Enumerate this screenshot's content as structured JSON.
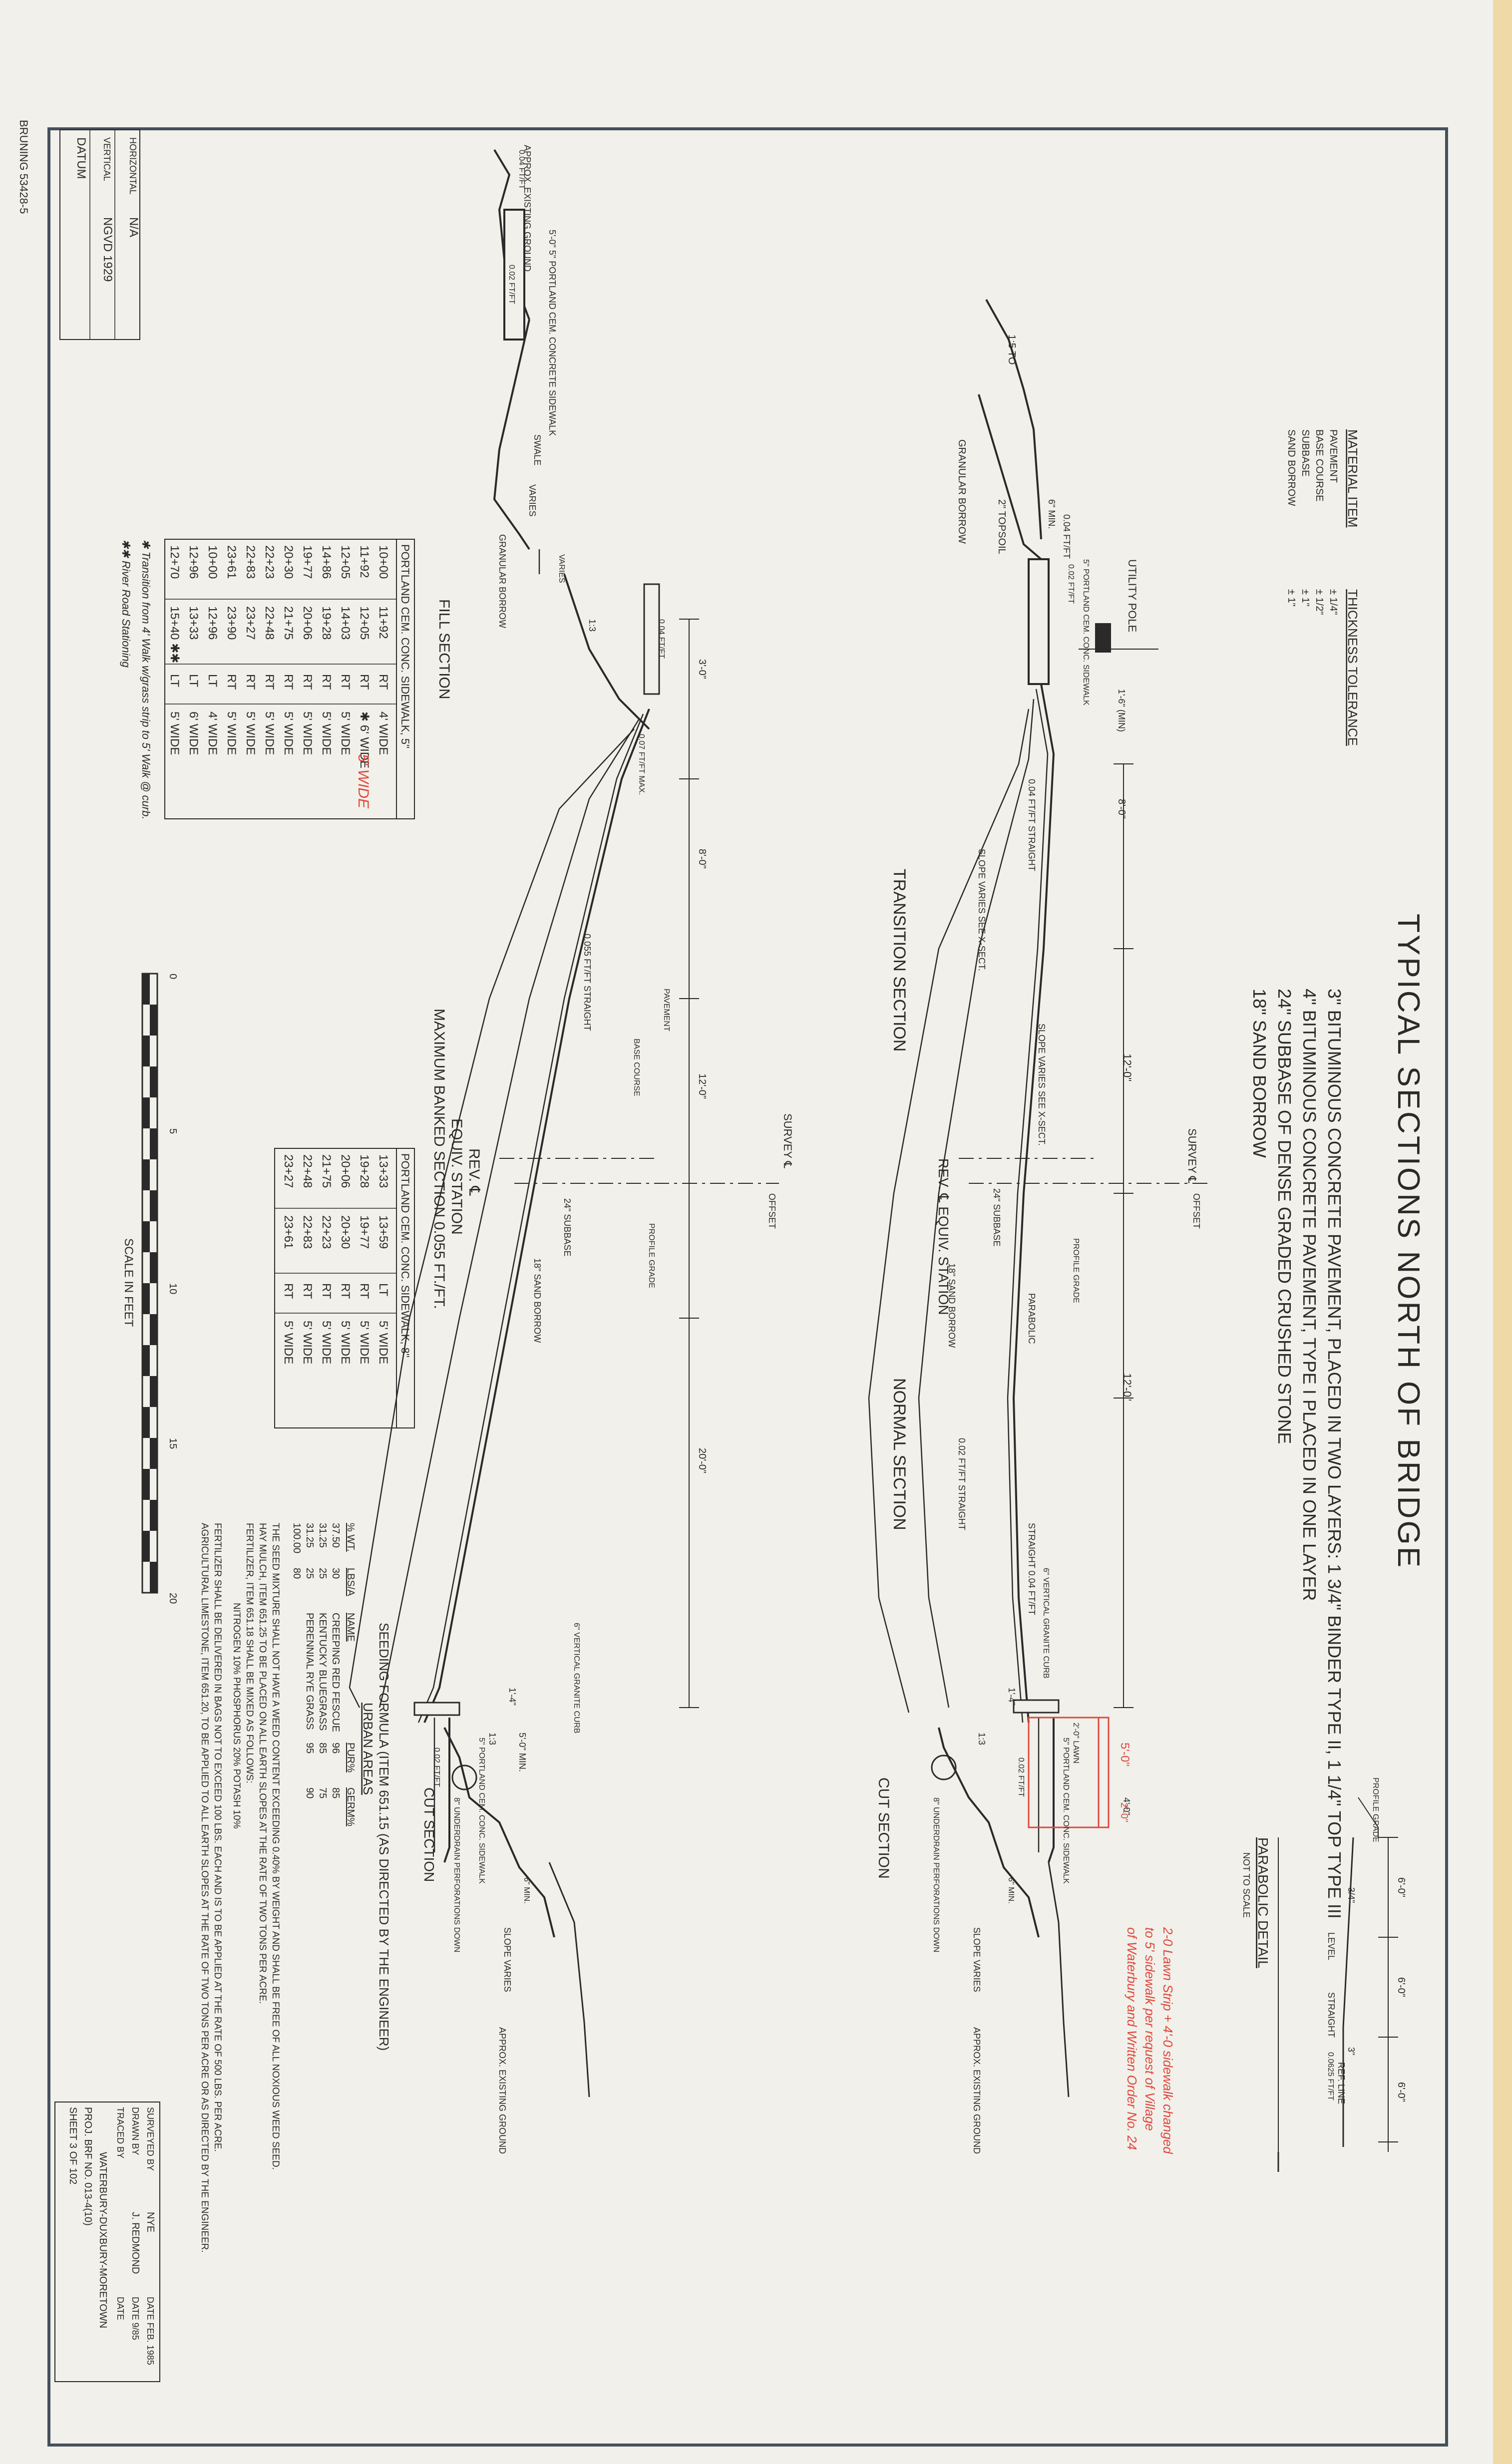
{
  "sheet": {
    "stamp": "BRUNING 53428-5",
    "title": "TYPICAL SECTIONS NORTH OF BRIDGE"
  },
  "pavement_notes": [
    "3\" BITUMINOUS CONCRETE PAVEMENT, PLACED IN TWO LAYERS: 1 3/4\" BINDER TYPE II, 1 1/4\" TOP TYPE III",
    "4\" BITUMINOUS CONCRETE PAVEMENT, TYPE I  PLACED IN ONE LAYER",
    "24\" SUBBASE OF DENSE GRADED CRUSHED STONE",
    "18\" SAND BORROW"
  ],
  "tolerance_table": {
    "headers": [
      "MATERIAL ITEM",
      "THICKNESS TOLERANCE"
    ],
    "rows": [
      [
        "PAVEMENT",
        "± 1/4\""
      ],
      [
        "BASE COURSE",
        "± 1/2\""
      ],
      [
        "SUBBASE",
        "± 1\""
      ],
      [
        "SAND BORROW",
        "± 1\""
      ]
    ]
  },
  "datum": {
    "label": "DATUM",
    "rows": [
      [
        "VERTICAL",
        "NGVD 1929"
      ],
      [
        "HORIZONTAL",
        "N/A"
      ]
    ]
  },
  "parabolic_detail": {
    "title": "PARABOLIC DETAIL",
    "subtitle": "NOT TO SCALE",
    "labels": [
      "6'-0\"",
      "6'-0\"",
      "6'-0\"",
      "3/4\"",
      "3\"",
      "LEVEL",
      "STRAIGHT",
      "REF. LINE",
      "0.0625 FT/FT",
      "PROFILE GRADE"
    ]
  },
  "normal_section": {
    "title": "NORMAL SECTION",
    "sub": "CUT SECTION",
    "labels": [
      "SURVEY ℄",
      "OFFSET",
      "REV. ℄ EQUIV. STATION",
      "PROFILE GRADE",
      "12'-0\"",
      "12'-0\"",
      "24\" SUBBASE",
      "18\" SAND BORROW",
      "PARABOLIC",
      "0.02 FT/FT STRAIGHT",
      "STRAIGHT 0.04 FT/FT",
      "6\" VERTICAL GRANITE CURB",
      "2'-0\" LAWN",
      "4'-0\"",
      "5\" PORTLAND CEM. CONC. SIDEWALK",
      "0.02 FT/FT",
      "1'-4\"",
      "1:3",
      "8\" UNDERDRAIN PERFORATIONS DOWN",
      "6\" MIN.",
      "SLOPE VARIES",
      "APPROX. EXISTING GROUND"
    ]
  },
  "transition_section": {
    "title": "TRANSITION SECTION",
    "labels": [
      "2\" TOPSOIL",
      "1:5 TO",
      "GRANULAR BORROW",
      "6\" MIN.",
      "0.04 FT/FT",
      "UTILITY POLE",
      "5\" PORTLAND CEM. CONC. SIDEWALK",
      "0.02 FT/FT",
      "1'-6\" (MIN)",
      "8'-0\"",
      "0.04 FT/FT STRAIGHT",
      "SLOPE VARIES SEE X-SECT.",
      "SLOPE VARIES SEE X-SECT."
    ]
  },
  "fill_section": {
    "title": "FILL SECTION",
    "labels": [
      "APPROX. EXISTING GROUND",
      "5'-0\" 5\" PORTLAND CEM. CONCRETE SIDEWALK",
      "0.04 FT/FT",
      "0.02 FT/FT",
      "SWALE",
      "VARIES",
      "GRANULAR BORROW",
      "VARIES",
      "1:3",
      "3'-0\"",
      "0.04 FT/FT",
      "0.07 FT/FT MAX.",
      "8'-0\"",
      "12'-0\"",
      "20'-0\"",
      "PAVEMENT",
      "BASE COURSE",
      "0.055 FT/FT STRAIGHT",
      "24\" SUBBASE",
      "18\" SAND BORROW",
      "SURVEY ℄",
      "OFFSET",
      "PROFILE GRADE",
      "6\" VERTICAL GRANITE CURB",
      "0.02 FT/FT",
      "5'-0\" MIN.",
      "5\" PORTLAND CEM. CONC. SIDEWALK",
      "1'-4\"",
      "1:3",
      "8\" UNDERDRAIN PERFORATIONS DOWN",
      "6\" MIN.",
      "SLOPE VARIES",
      "APPROX. EXISTING GROUND"
    ],
    "rev_label": "REV. ℄",
    "equiv_label": "EQUIV. STATION",
    "bank_label": "MAXIMUM BANKED SECTION 0.055 FT./FT.",
    "cut_label": "CUT SECTION"
  },
  "sidewalk5_table": {
    "title": "PORTLAND CEM. CONC. SIDEWALK, 5\"",
    "rows": [
      [
        "10+00",
        "11+92",
        "RT",
        "4' WIDE"
      ],
      [
        "11+92",
        "12+05",
        "RT",
        "✱ 6' WIDE"
      ],
      [
        "12+05",
        "14+03",
        "RT",
        "5' WIDE"
      ],
      [
        "14+86",
        "19+28",
        "RT",
        "5' WIDE"
      ],
      [
        "19+77",
        "20+06",
        "RT",
        "5' WIDE"
      ],
      [
        "20+30",
        "21+75",
        "RT",
        "5' WIDE"
      ],
      [
        "22+23",
        "22+48",
        "RT",
        "5' WIDE"
      ],
      [
        "22+83",
        "23+27",
        "RT",
        "5' WIDE"
      ],
      [
        "23+61",
        "23+90",
        "RT",
        "5' WIDE"
      ],
      [
        "10+00",
        "12+96",
        "LT",
        "4' WIDE"
      ],
      [
        "12+96",
        "13+33",
        "LT",
        "6' WIDE"
      ],
      [
        "12+70",
        "15+40 ✱✱",
        "LT",
        "5' WIDE"
      ]
    ],
    "markup": "5' WIDE",
    "footnotes": [
      "✱ Transition from 4' Walk w/grass strip to 5' Walk @ curb.",
      "✱✱ River Road Stationing"
    ]
  },
  "sidewalk8_table": {
    "title": "PORTLAND CEM. CONC. SIDEWALK, 8\"",
    "rows": [
      [
        "13+33",
        "13+59",
        "LT",
        "5' WIDE"
      ],
      [
        "19+28",
        "19+77",
        "RT",
        "5' WIDE"
      ],
      [
        "20+06",
        "20+30",
        "RT",
        "5' WIDE"
      ],
      [
        "21+75",
        "22+23",
        "RT",
        "5' WIDE"
      ],
      [
        "22+48",
        "22+83",
        "RT",
        "5' WIDE"
      ],
      [
        "23+27",
        "23+61",
        "RT",
        "5' WIDE"
      ]
    ]
  },
  "scale_bar": {
    "ticks": [
      "0",
      "5",
      "10",
      "15",
      "20"
    ],
    "label": "SCALE IN FEET"
  },
  "seeding": {
    "title": "SEEDING FORMULA (ITEM 651.15 (AS DIRECTED BY THE ENGINEER)",
    "subtitle": "URBAN AREAS",
    "headers": [
      "% WT.",
      "LBS/A",
      "NAME",
      "PUR%",
      "GERM%"
    ],
    "rows": [
      [
        "37.50",
        "30",
        "CREEPING RED FESCUE",
        "96",
        "85"
      ],
      [
        "31.25",
        "25",
        "KENTUCKY BLUEGRASS",
        "85",
        "75"
      ],
      [
        "31.25",
        "25",
        "PERENNIAL RYE GRASS",
        "95",
        "90"
      ],
      [
        "100.00",
        "80",
        "",
        "",
        ""
      ]
    ],
    "paragraphs": [
      "THE SEED MIXTURE SHALL NOT HAVE A WEED CONTENT EXCEEDING 0.40% BY WEIGHT AND SHALL BE FREE OF ALL NOXIOUS WEED SEED.",
      "HAY MULCH, ITEM 651.25 TO BE PLACED ON ALL EARTH SLOPES AT THE RATE OF TWO TONS PER ACRE.",
      "FERTILIZER, ITEM 651.18 SHALL BE MIXED AS FOLLOWS:",
      "NITROGEN 10%   PHOSPHORUS 20%   POTASH 10%",
      "FERTILIZER SHALL BE DELIVERED IN BAGS NOT TO EXCEED 100 LBS. EACH AND IS TO BE APPLIED AT THE RATE OF 500 LBS. PER ACRE.",
      "AGRICULTURAL LIMESTONE, ITEM 651.20, TO BE APPLIED TO ALL EARTH SLOPES AT THE RATE OF TWO TONS PER ACRE OR AS DIRECTED BY THE ENGINEER."
    ]
  },
  "title_block": {
    "rows": [
      [
        "SURVEYED BY",
        "NYE",
        "DATE FEB. 1985"
      ],
      [
        "DRAWN BY",
        "J. REDMOND",
        "DATE 9/85"
      ],
      [
        "TRACED BY",
        "",
        "DATE"
      ]
    ],
    "project": "WATERBURY-DUXBURY-MORETOWN",
    "proj_no": "PROJ. BRF  NO. 013-4(10)",
    "sheet": "SHEET 3 OF 102"
  },
  "red_markup": {
    "lines": [
      "2-0 Lawn Strip + 4'-0 sidewalk changed",
      "to 5' sidewalk per request of Village",
      "of Waterbury and Written Order No. 24"
    ],
    "dims": [
      "5'-0\"",
      "2'-0\""
    ]
  },
  "colors": {
    "paper": "#f1f0ea",
    "line": "#2a2a2a",
    "frame": "#46505c",
    "markup_red": "#e0473d",
    "edge": "#efd9a6"
  }
}
